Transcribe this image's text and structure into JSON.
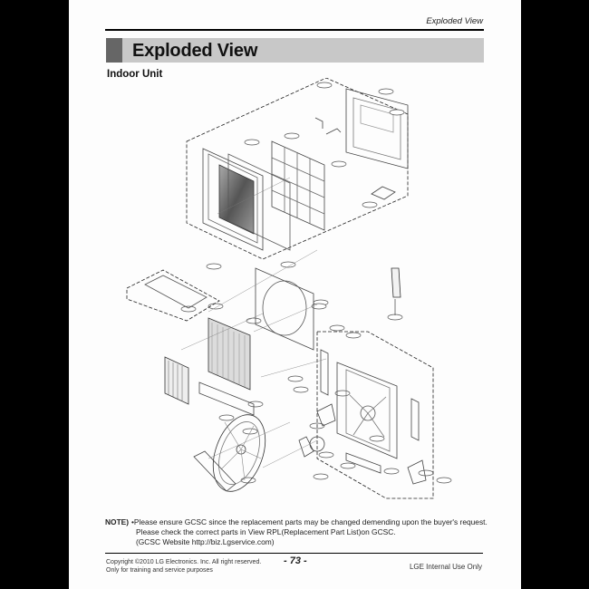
{
  "header": {
    "running_title": "Exploded View"
  },
  "section": {
    "title": "Exploded View",
    "subtitle": "Indoor Unit"
  },
  "diagram": {
    "icon": "exploded-parts-diagram",
    "description": "Exploded view of indoor air-conditioner unit: front panel, filter, chassis, evaporator, fan, motor, base pan and remote control"
  },
  "note": {
    "label": "NOTE)",
    "lines": [
      "•Please ensure GCSC since the replacement parts may be changed demending upon the buyer's request.",
      "Please check the correct parts in View RPL(Replacement Part List)on GCSC.",
      "(GCSC Website http://biz.Lgservice.com)"
    ]
  },
  "footer": {
    "copyright_line1": "Copyright ©2010 LG Electronics. Inc. All right reserved.",
    "copyright_line2": "Only for training and service purposes",
    "page_number": "- 73 -",
    "internal": "LGE Internal Use Only"
  }
}
